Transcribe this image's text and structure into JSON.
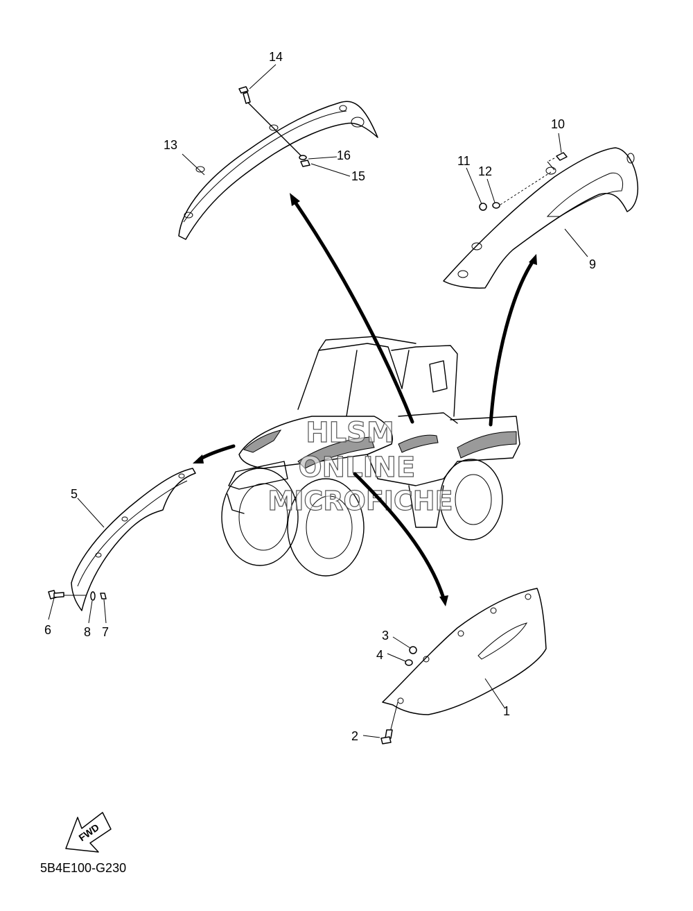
{
  "diagram": {
    "code": "5B4E100-G230",
    "fwd_label": "FWD",
    "watermark": [
      "HLSM",
      "ONLINE",
      "MICROFICHE"
    ],
    "callouts": {
      "p1": "1",
      "p2": "2",
      "p3": "3",
      "p4": "4",
      "p5": "5",
      "p6": "6",
      "p7": "7",
      "p8": "8",
      "p9": "9",
      "p10": "10",
      "p11": "11",
      "p12": "12",
      "p13": "13",
      "p14": "14",
      "p15": "15",
      "p16": "16"
    }
  }
}
